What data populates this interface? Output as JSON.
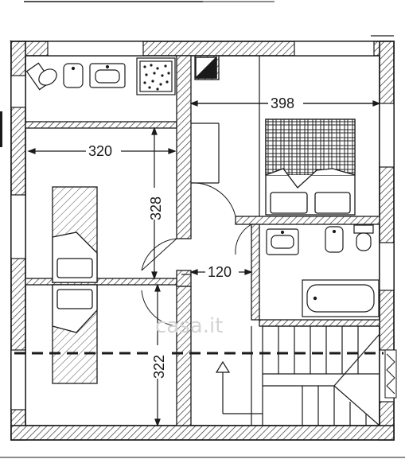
{
  "plan": {
    "dimensions": {
      "d398": "398",
      "d320": "320",
      "d328": "328",
      "d120": "120",
      "d322": "322"
    },
    "watermark": "casa.it",
    "colors": {
      "line": "#1a1a1a",
      "hatch": "#444444",
      "paper": "#ffffff",
      "watermark": "#d4d4d4"
    }
  }
}
